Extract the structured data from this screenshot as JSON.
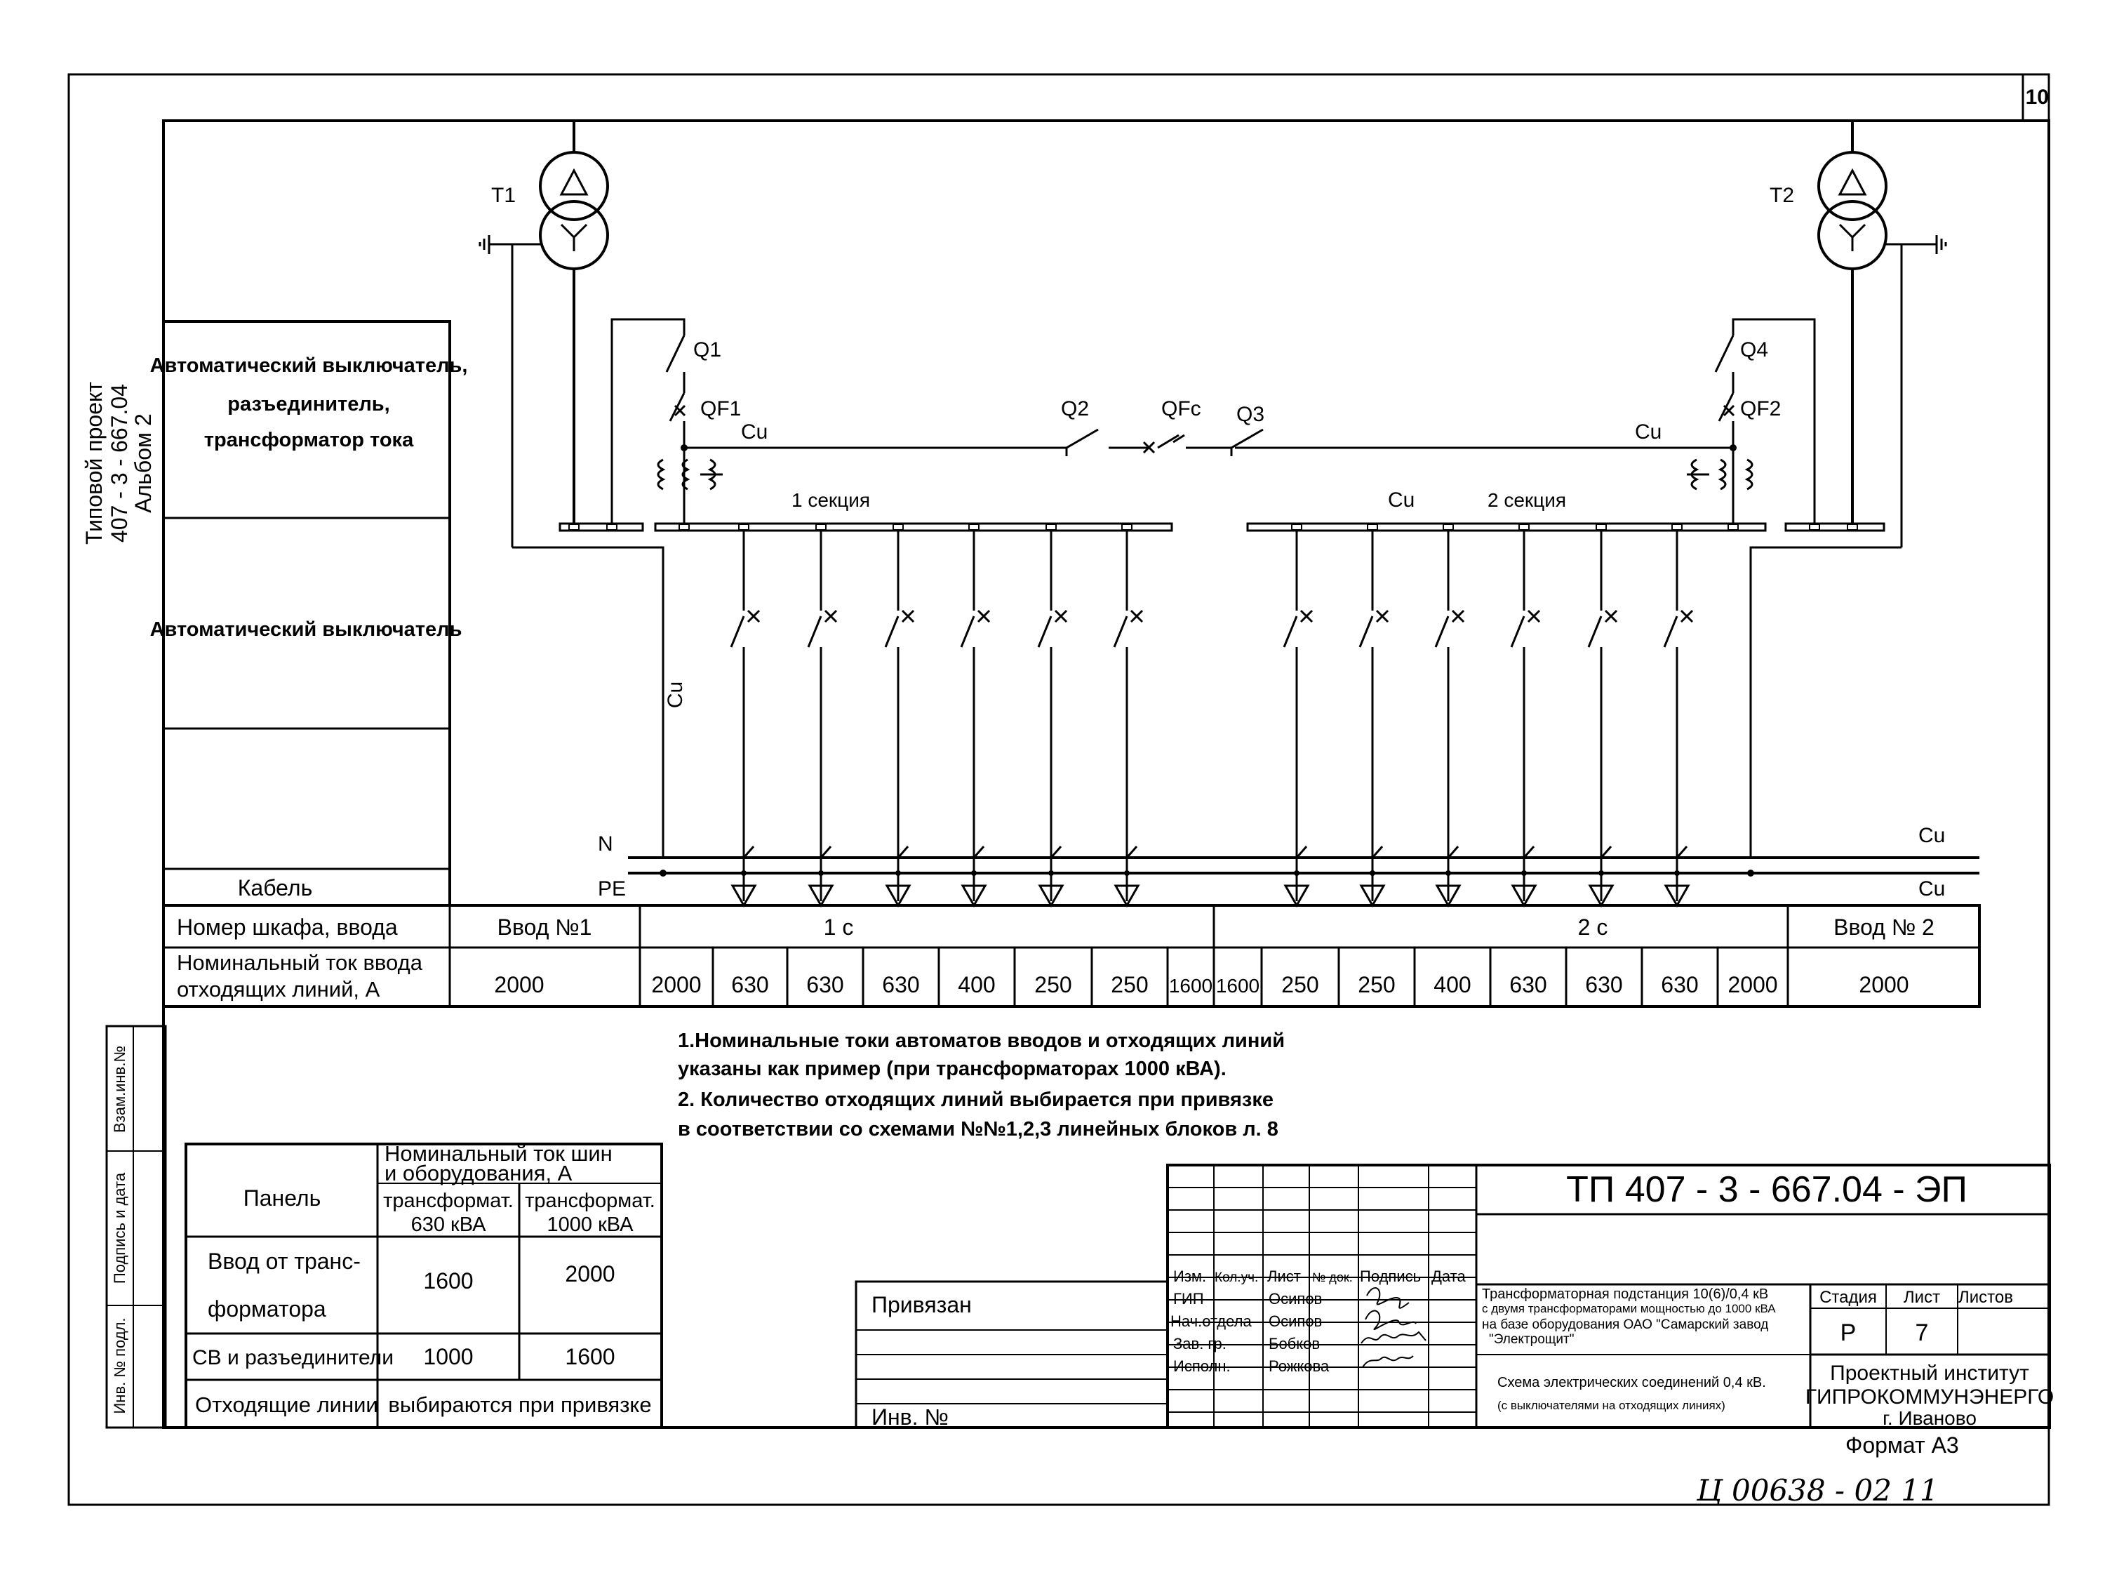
{
  "sheet_number": "10",
  "side": {
    "project_line1": "Типовой проект",
    "project_line2": "407 - 3 - 667.04",
    "project_line3": "Альбом 2",
    "vzam": "Взам.инв.№",
    "podpis": "Подпись и дата",
    "inv_podl": "Инв. № подл."
  },
  "labels": {
    "t1": "T1",
    "t2": "T2",
    "q1": "Q1",
    "q2": "Q2",
    "q3": "Q3",
    "q4": "Q4",
    "qf1": "QF1",
    "qf2": "QF2",
    "qfc": "QFc",
    "cu_left": "Cu",
    "cu_right": "Cu",
    "cu_mid": "Cu",
    "cu_vertical": "Cu",
    "cu_n": "Cu",
    "cu_pe": "Cu",
    "section1": "1 секция",
    "section2": "2 секция",
    "n": "N",
    "pe": "PE"
  },
  "left_table": {
    "row1_line1": "Автоматический выключатель,",
    "row1_line2": "разъединитель,",
    "row1_line3": "трансформатор тока",
    "row2": "Автоматический выключатель",
    "row4": "Кабель"
  },
  "bottom_table": {
    "cabinet_label": "Номер шкафа, ввода",
    "current_label_line1": "Номинальный ток ввода",
    "current_label_line2": "отходящих линий, А",
    "input1": "Ввод №1",
    "sec1": "1 с",
    "sec2": "2 с",
    "input2": "Ввод № 2",
    "input1_current": "2000",
    "input2_current": "2000",
    "currents": [
      "2000",
      "630",
      "630",
      "630",
      "400",
      "250",
      "250",
      "1600",
      "1600",
      "250",
      "250",
      "400",
      "630",
      "630",
      "630",
      "2000"
    ]
  },
  "notes": {
    "line1": "1.Номинальные токи автоматов вводов и  отходящих линий",
    "line2": "указаны как пример (при трансформаторах 1000 кВА).",
    "line3": "2. Количество отходящих линий выбирается при привязке",
    "line4": "в соответствии со схемами №№1,2,3 линейных блоков л. 8"
  },
  "panel_table": {
    "panel": "Панель",
    "header_line1": "Номинальный ток шин",
    "header_line2": "и оборудования, А",
    "col1_line1": "трансформат.",
    "col1_line2": "630 кВА",
    "col2_line1": "трансформат.",
    "col2_line2": "1000 кВА",
    "row1_line1": "Ввод от транс-",
    "row1_line2": "форматора",
    "row1_v1": "1600",
    "row1_v2": "2000",
    "row2": "СВ и разъединители",
    "row2_v1": "1000",
    "row2_v2": "1600",
    "row3": "Отходящие линии",
    "row3_v": "выбираются при привязке"
  },
  "stamp": {
    "privyazan": "Привязан",
    "inv_no": "Инв. №",
    "doc_code": "ТП  407 - 3 - 667.04 - ЭП",
    "h_izm": "Изм.",
    "h_koluch": "Кол.уч.",
    "h_list": "Лист",
    "h_ndok": "№ док.",
    "h_podpis": "Подпись",
    "h_data": "Дата",
    "r1_role": "ГИП",
    "r1_name": "Осипов",
    "r2_role": "Нач.отдела",
    "r2_name": "Осипов",
    "r3_role": "Зав. гр.",
    "r3_name": "Бобков",
    "r4_role": "Исполн.",
    "r4_name": "Рожкова",
    "title_line1": "Трансформаторная подстанция 10(6)/0,4 кВ",
    "title_line2": "с двумя трансформаторами мощностью до 1000 кВА",
    "title_line3": "на базе оборудования ОАО \"Самарский завод",
    "title_line4": "\"Электрощит\"",
    "scheme_line1": "Схема  электрических соединений 0,4 кВ.",
    "scheme_line2": "(с выключателями на отходящих линиях)",
    "stadiya": "Стадия",
    "list": "Лист",
    "listov": "Листов",
    "stadiya_val": "Р",
    "list_val": "7",
    "org_line1": "Проектный институт",
    "org_line2": "ГИПРОКОММУНЭНЕРГО",
    "org_line3": "г. Иваново",
    "format": "Формат А3"
  },
  "handwritten": "Ц 00638 - 02    11"
}
